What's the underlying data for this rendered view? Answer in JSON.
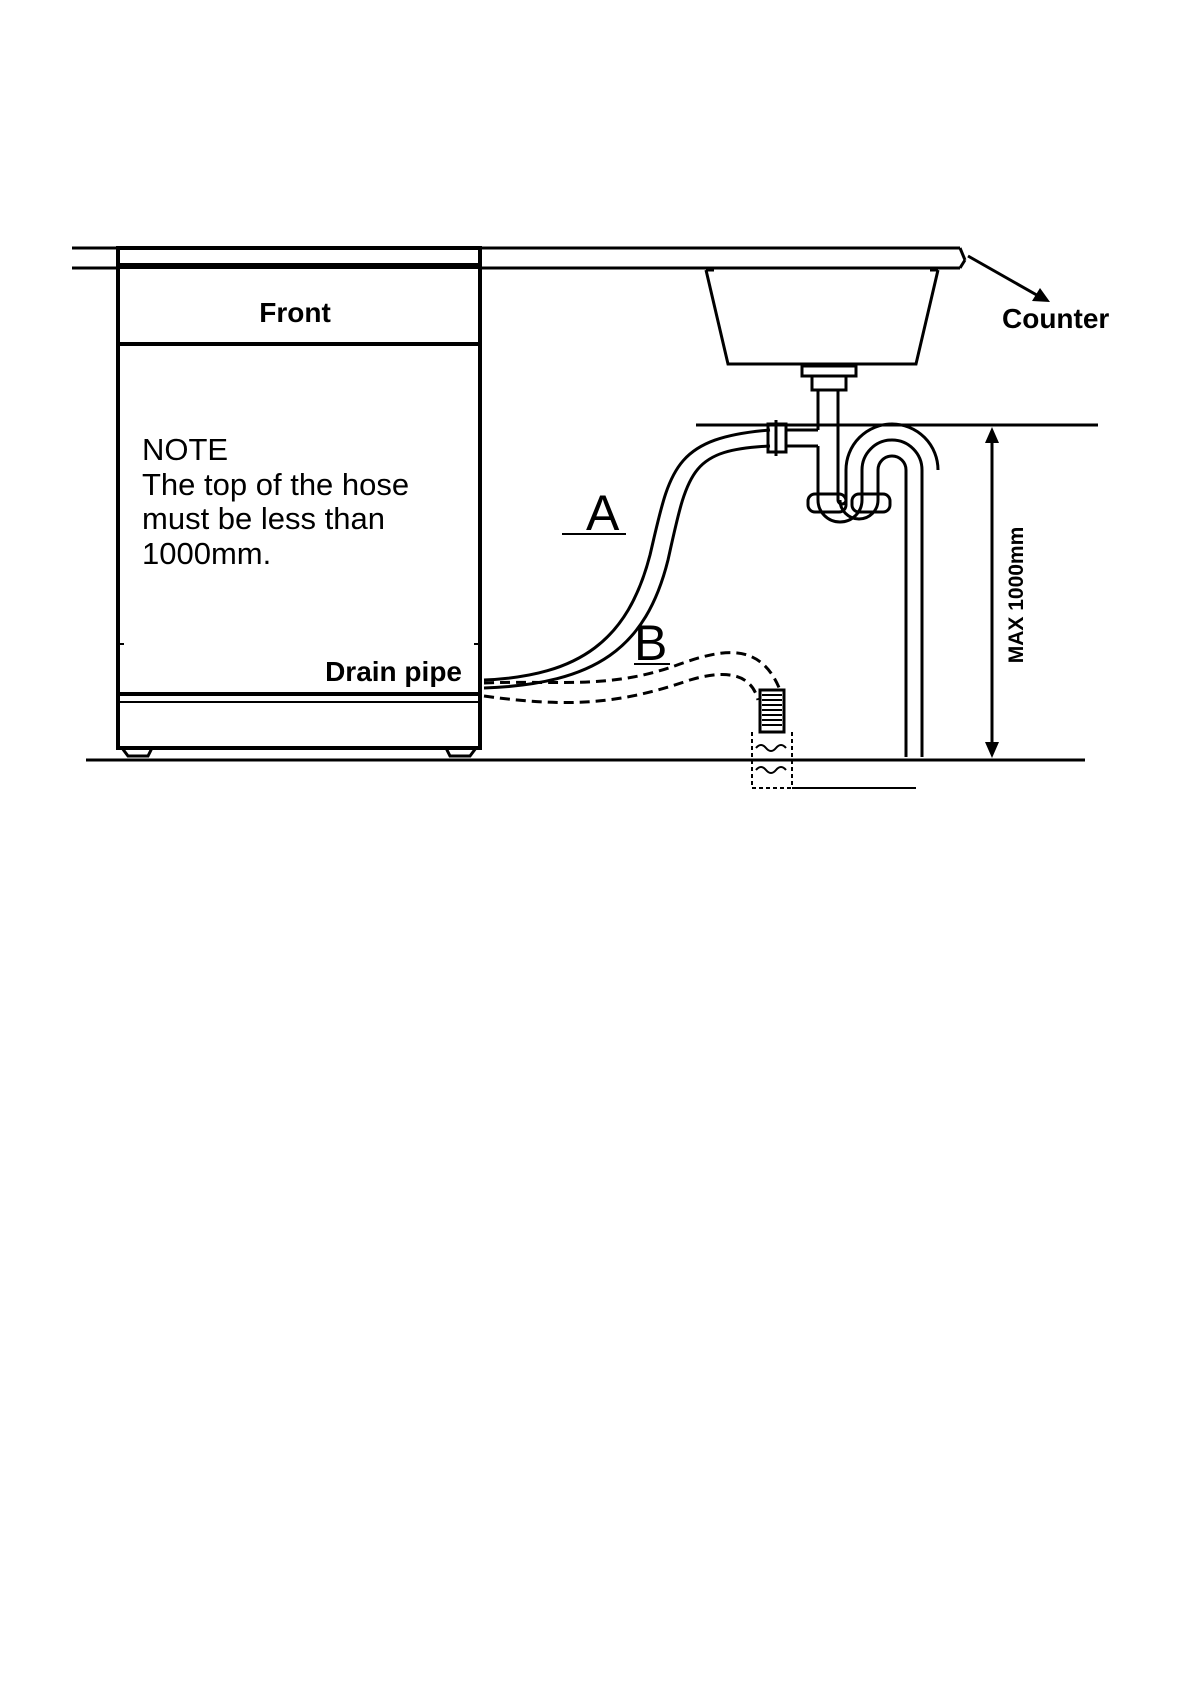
{
  "labels": {
    "front": "Front",
    "counter": "Counter",
    "drain_pipe": "Drain pipe",
    "hose_a": "A",
    "hose_b": "B",
    "dimension": "MAX 1000mm"
  },
  "note": {
    "heading": "NOTE",
    "lines": [
      "The top of the hose",
      "must be less than",
      "1000mm."
    ]
  },
  "colors": {
    "ink": "#000000",
    "background": "#ffffff"
  }
}
